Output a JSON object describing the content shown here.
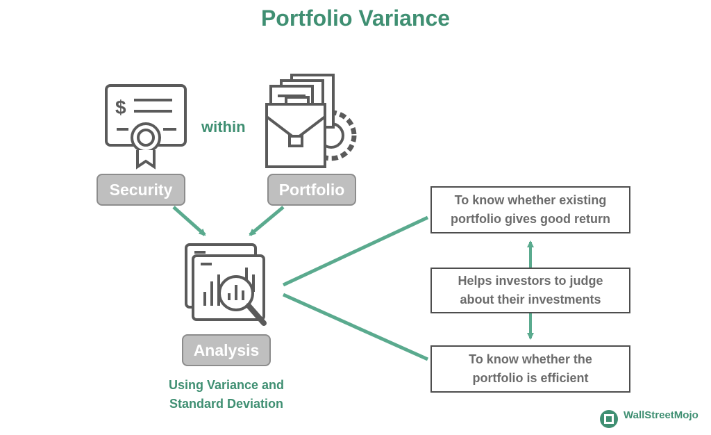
{
  "title": "Portfolio Variance",
  "connector": "within",
  "nodes": {
    "security": "Security",
    "portfolio": "Portfolio",
    "analysis": "Analysis"
  },
  "analysis_caption": "Using Variance and\nStandard Deviation",
  "boxes": {
    "top": "To know whether existing\nportfolio gives good return",
    "middle": "Helps investors to judge\nabout their investments",
    "bottom": "To know whether the\nportfolio is efficient"
  },
  "brand": "WallStreetMojo",
  "icons": [
    "certificate-icon",
    "briefcase-documents-icon",
    "analysis-chart-icon",
    "wallstreetmojo-logo-icon"
  ],
  "colors": {
    "accent": "#3f8f72",
    "arrow": "#5aaa8e",
    "pill": "#bfbfbf",
    "icon": "#5a5a5a"
  }
}
